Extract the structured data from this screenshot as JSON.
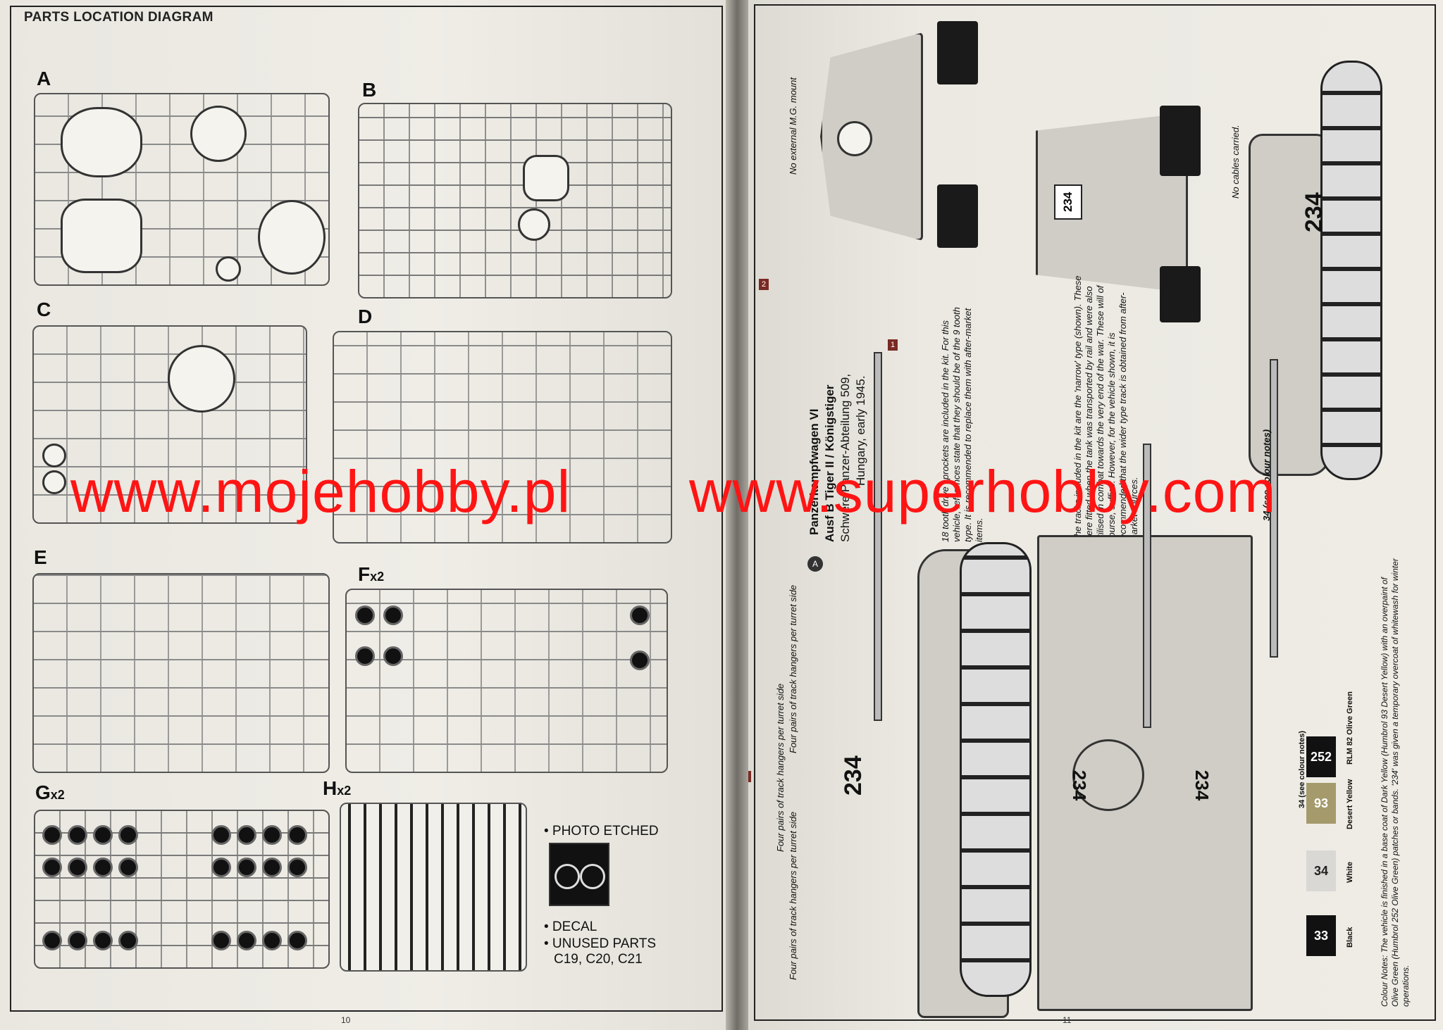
{
  "left_page": {
    "header": "PARTS LOCATION DIAGRAM",
    "sprues": [
      {
        "letter": "A",
        "multiplier": ""
      },
      {
        "letter": "B",
        "multiplier": ""
      },
      {
        "letter": "C",
        "multiplier": ""
      },
      {
        "letter": "D",
        "multiplier": ""
      },
      {
        "letter": "E",
        "multiplier": ""
      },
      {
        "letter": "F",
        "multiplier": "x2"
      },
      {
        "letter": "G",
        "multiplier": "x2"
      },
      {
        "letter": "H",
        "multiplier": "x2"
      }
    ],
    "legend": {
      "photo_etched": "• PHOTO ETCHED",
      "decal": "• DECAL",
      "unused_parts": "• UNUSED PARTS",
      "unused_list": "C19, C20, C21"
    },
    "page_number": "10"
  },
  "right_page": {
    "vehicle_marker": "A",
    "vehicle_name_1": "Panzerkampfwagen VI",
    "vehicle_name_2": "Ausf B Tiger II / Königstiger",
    "vehicle_unit": "Schwere Panzer-Abteilung 509,",
    "vehicle_date": "Hungary, early 1945.",
    "notes": {
      "mg_mount": "No external M.G. mount",
      "no_cables": "No cables carried.",
      "sprockets": "18 tooth drive sprockets are included in the kit. For this vehicle, references state that they should be of the 9 tooth type. It is recommended to replace them with after-market items.",
      "tracks": "The tracks included in the kit are the 'narrow' type (shown). These were fitted when the tank was transported by rail and were also utilised in combat towards the very end of the war. These will of course, suffice. However, for the vehicle shown, it is recommended that the wider type track is obtained from after-market sources.",
      "track_hangers_1": "Four pairs of track hangers per turret side",
      "track_hangers_2": "Four pairs of track hangers per turret side",
      "track_hangers_3": "Four pairs of track hangers per turret side",
      "colour_ref": "34 (see colour notes)",
      "colour_ref_2": "34 (see colour notes)",
      "colour_notes": "Colour Notes: The vehicle is finished in a base coat of Dark Yellow (Humbrol 93 Desert Yellow) with an overpaint of Olive Green (Humbrol 252 Olive Green) patches or bands. '234' was given a temporary overcoat of whitewash for winter operations."
    },
    "turret_number": "234",
    "callouts": [
      "1",
      "2",
      "1"
    ],
    "swatches": [
      {
        "code": "33",
        "name": "Black",
        "color": "#111111",
        "text_color": "#ffffff"
      },
      {
        "code": "34",
        "name": "White",
        "color": "#d9d8d4",
        "text_color": "#222222"
      },
      {
        "code": "93",
        "name": "Desert Yellow",
        "color": "#a59a6c",
        "text_color": "#ffffff"
      },
      {
        "code": "252",
        "name": "RLM 82 Olive Green",
        "color": "#111111",
        "text_color": "#ffffff"
      }
    ],
    "page_number": "11"
  },
  "watermark": {
    "left": "www.mojehobby.pl",
    "right": "www.superhobby.com"
  }
}
